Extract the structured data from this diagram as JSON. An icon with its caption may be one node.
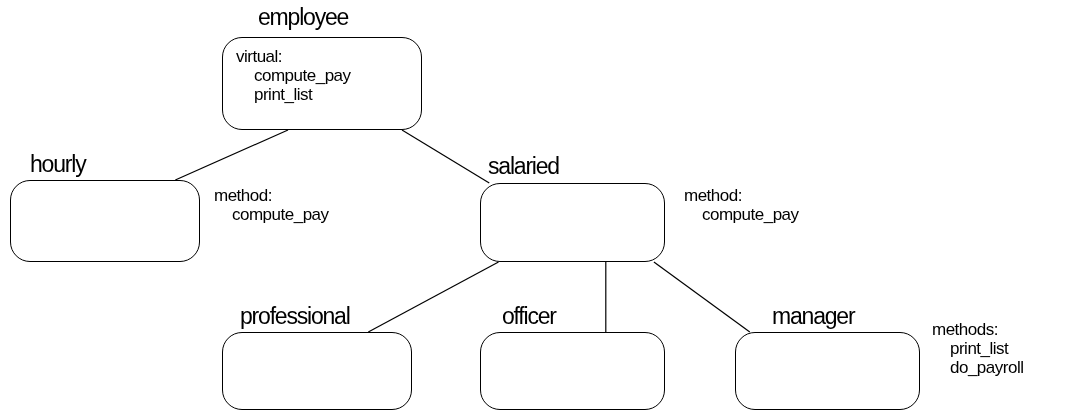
{
  "diagram": {
    "nodes": [
      {
        "text": [
          "employee",
          "virtual:",
          "compute_pay",
          "print_list"
        ]
      },
      {
        "text": [
          "hourly"
        ],
        "beside": [
          "method:",
          "compute_pay"
        ]
      },
      {
        "text": [
          "salaried"
        ],
        "beside": [
          "method:",
          "compute_pay"
        ]
      },
      {
        "text": [
          "professional"
        ]
      },
      {
        "text": [
          "officer"
        ]
      },
      {
        "text": [
          "manager"
        ],
        "beside": [
          "methods:",
          "print_list",
          "do_payroll"
        ]
      }
    ],
    "edges": [
      {
        "from": 0,
        "to": 1,
        "arrow": "none"
      },
      {
        "from": 0,
        "to": 2,
        "arrow": "none"
      },
      {
        "from": 2,
        "to": 3,
        "arrow": "none"
      },
      {
        "from": 2,
        "to": 4,
        "arrow": "none"
      },
      {
        "from": 2,
        "to": 5,
        "arrow": "none"
      }
    ]
  }
}
